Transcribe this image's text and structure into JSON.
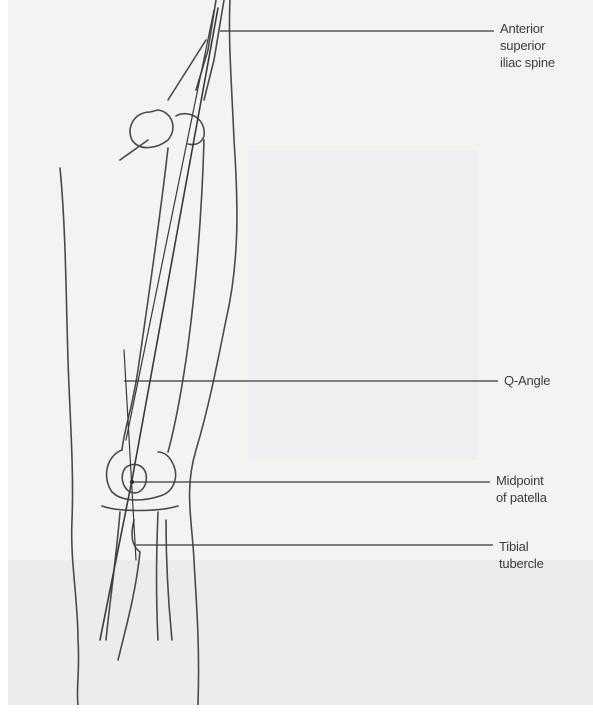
{
  "diagram": {
    "labels": {
      "asis": "Anterior\nsuperior\niliac spine",
      "q_angle": "Q-Angle",
      "patella_midpoint": "Midpoint\nof patella",
      "tibial_tubercle": "Tibial\ntubercle"
    }
  }
}
